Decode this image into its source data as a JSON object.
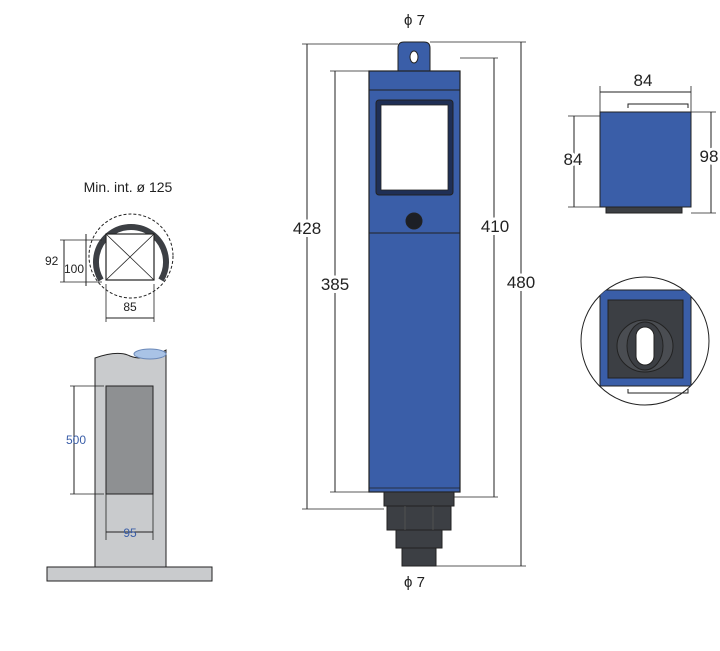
{
  "colors": {
    "body_blue": "#3a5ea8",
    "body_blue_dark": "#2b4a8c",
    "base_dark": "#3c3f44",
    "grey_post": "#c9cbcd",
    "grey_slot": "#8e9092",
    "outline": "#222222"
  },
  "labels": {
    "min_int": "Min. int. ø 125",
    "dim_92": "92",
    "dim_100": "100",
    "dim_85": "85",
    "dim_500": "500",
    "dim_95": "95",
    "phi_top": "ϕ 7",
    "phi_bottom": "ϕ 7",
    "dim_428": "428",
    "dim_385": "385",
    "dim_410": "410",
    "dim_480": "480",
    "dim_84_top": "84",
    "dim_84_left": "84",
    "dim_98": "98"
  }
}
